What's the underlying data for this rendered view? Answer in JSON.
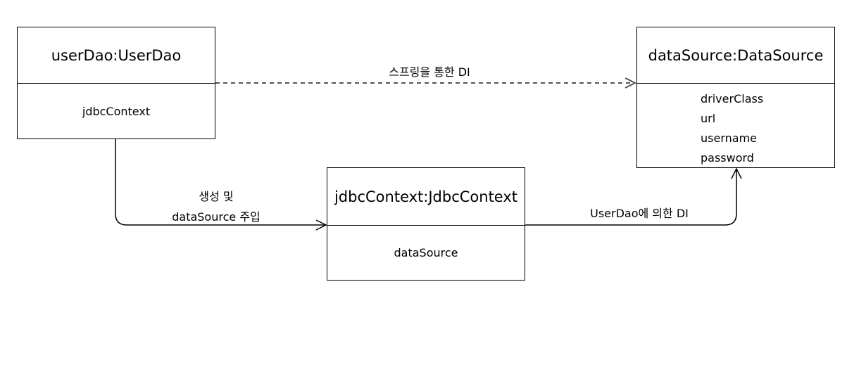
{
  "boxes": {
    "user_dao": {
      "title": "userDao:UserDao",
      "field": "jdbcContext"
    },
    "data_source": {
      "title": "dataSource:DataSource",
      "fields": [
        "driverClass",
        "url",
        "username",
        "password"
      ]
    },
    "jdbc_context": {
      "title": "jdbcContext:JdbcContext",
      "field": "dataSource"
    }
  },
  "edges": {
    "spring_di": {
      "label": "스프링을 통한 DI",
      "style": "dashed"
    },
    "create_inject": {
      "label_line1": "생성 및",
      "label_line2": "dataSource 주입",
      "style": "solid"
    },
    "userdao_di": {
      "label": "UserDao에 의한 DI",
      "style": "solid"
    }
  },
  "colors": {
    "line": "#000000",
    "dashed": "#555555",
    "background": "#ffffff"
  }
}
